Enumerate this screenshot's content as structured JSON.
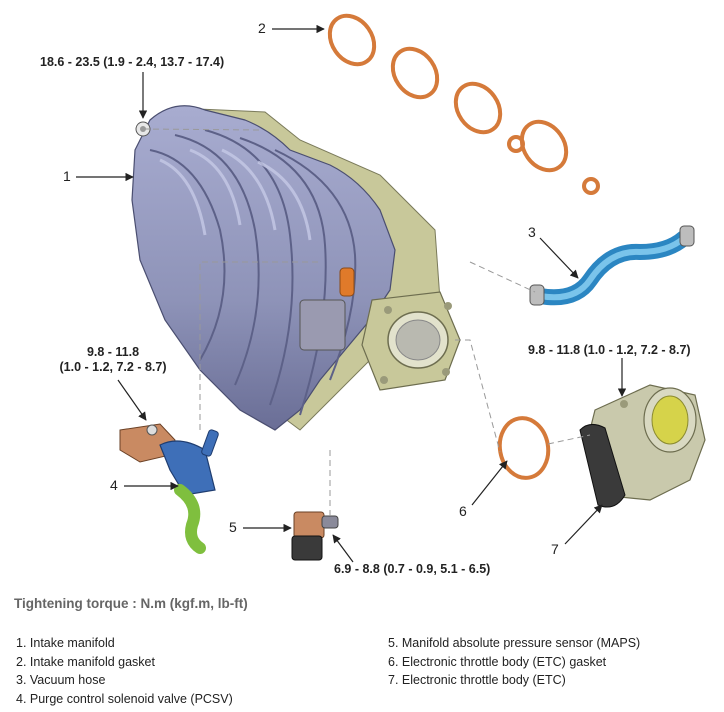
{
  "callouts": {
    "c1": "1",
    "c2": "2",
    "c3": "3",
    "c4": "4",
    "c5": "5",
    "c6": "6",
    "c7": "7"
  },
  "torques": {
    "manifold_bolt": "18.6 - 23.5 (1.9 - 2.4, 13.7 - 17.4)",
    "pcsv_line1": "9.8 - 11.8",
    "pcsv_line2": "(1.0 - 1.2, 7.2 - 8.7)",
    "etc": "9.8 - 11.8 (1.0 - 1.2, 7.2 - 8.7)",
    "maps": "6.9 - 8.8 (0.7 - 0.9, 5.1 - 6.5)"
  },
  "tightening_title": "Tightening torque : N.m (kgf.m, lb-ft)",
  "legend_left": [
    "1. Intake manifold",
    "2. Intake manifold gasket",
    "3. Vacuum hose",
    "4. Purge control solenoid valve (PCSV)"
  ],
  "legend_right": [
    "5. Manifold absolute pressure sensor (MAPS)",
    "6. Electronic throttle body (ETC) gasket",
    "7. Electronic throttle body (ETC)"
  ],
  "colors": {
    "manifold": "#8e93b8",
    "manifold_dark": "#5d6188",
    "flange": "#c8c89a",
    "gasket": "#d57a3a",
    "hose": "#3ea0d8",
    "pcsv": "#3e6fb8",
    "pcsv_bracket": "#c98a62",
    "pcsv_hose": "#7fbf3e",
    "throttle": "#c9c9ac",
    "throttle_dark": "#3a3a3a",
    "maps": "#c98a62"
  }
}
